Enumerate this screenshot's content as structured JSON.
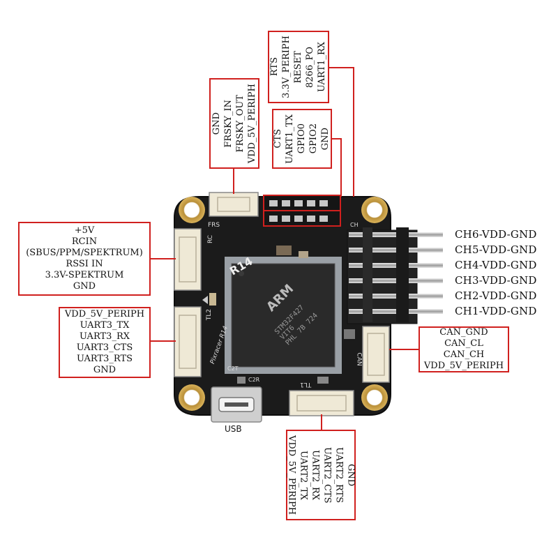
{
  "labels": {
    "top_mid": [
      "GND",
      "FRSKY_IN",
      "FRSKY_OUT",
      "VDD_5V_PERIPH"
    ],
    "top_right_outer": [
      "RTS",
      "3.3V_PERIPH",
      "RESET",
      "8266_PO",
      "UART1_RX"
    ],
    "top_right_inner": [
      "CTS",
      "UART1_TX",
      "GPIO0",
      "GPIO2",
      "GND"
    ],
    "left_top": [
      "+5V",
      "RCIN",
      "(SBUS/PPM/SPEKTRUM)",
      "RSSI IN",
      "3.3V-SPEKTRUM",
      "GND"
    ],
    "left_bottom": [
      "VDD_5V_PERIPH",
      "UART3_TX",
      "UART3_RX",
      "UART3_CTS",
      "UART3_RTS",
      "GND"
    ],
    "right_can": [
      "CAN_GND",
      "CAN_CL",
      "CAN_CH",
      "VDD_5V_PERIPH"
    ],
    "bottom": [
      "GND",
      "UART2_RTS",
      "UART2_CTS",
      "UART2_RX",
      "UART2_TX",
      "VDD_5V_PERIPH"
    ],
    "pins": [
      "CH6-VDD-GND",
      "CH5-VDD-GND",
      "CH4-VDD-GND",
      "CH3-VDD-GND",
      "CH2-VDD-GND",
      "CH1-VDD-GND"
    ],
    "usb": "USB"
  },
  "board": {
    "silk_model": "R14",
    "chip_brand": "ARM",
    "chip_lines": [
      "STM32F427",
      "VIT6",
      "PHL 7B 724"
    ],
    "silk_name": "Pixracer R14",
    "silk_frs": "FRS",
    "silk_rc": "RC",
    "silk_tl2": "TL2",
    "silk_tl1": "TL1",
    "silk_can": "CAN",
    "silk_c2t": "C2T",
    "silk_c2r": "C2R",
    "silk_ch": "CH"
  },
  "colors": {
    "accent": "#d0201e",
    "board": "#1b1b1b",
    "pad": "#c9a24a"
  }
}
